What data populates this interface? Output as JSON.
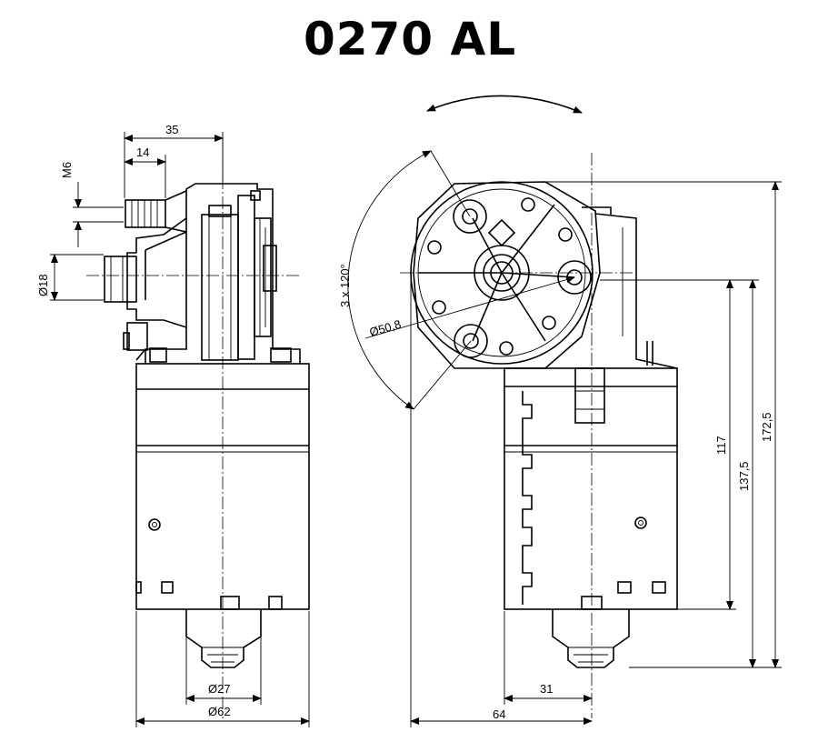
{
  "title": "0270 AL",
  "dimensions": {
    "d35": "35",
    "d14": "14",
    "m6": "M6",
    "d18": "Ø18",
    "d27": "Ø27",
    "d62": "Ø62",
    "angle": "3 x 120°",
    "d50_8": "Ø50,8",
    "d117": "117",
    "d137_5": "137,5",
    "d172_5": "172,5",
    "d31": "31",
    "d64": "64"
  }
}
